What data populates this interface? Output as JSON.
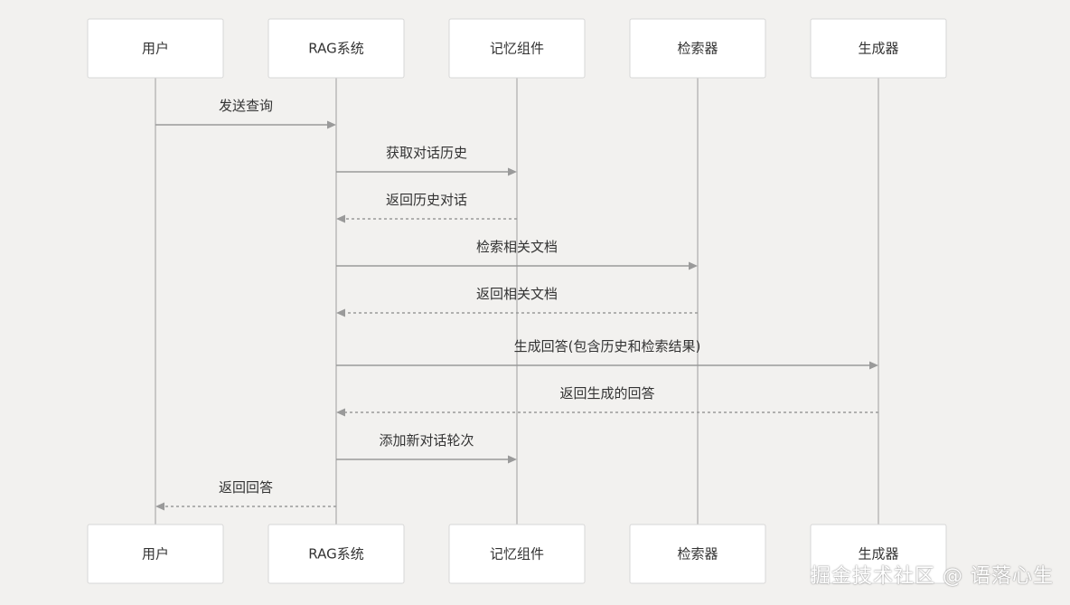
{
  "participants": [
    {
      "id": "user",
      "label": "用户"
    },
    {
      "id": "rag",
      "label": "RAG系统"
    },
    {
      "id": "memory",
      "label": "记忆组件"
    },
    {
      "id": "retriever",
      "label": "检索器"
    },
    {
      "id": "generator",
      "label": "生成器"
    }
  ],
  "messages": [
    {
      "from": "user",
      "to": "rag",
      "label": "发送查询",
      "style": "solid"
    },
    {
      "from": "rag",
      "to": "memory",
      "label": "获取对话历史",
      "style": "solid"
    },
    {
      "from": "memory",
      "to": "rag",
      "label": "返回历史对话",
      "style": "dashed"
    },
    {
      "from": "rag",
      "to": "retriever",
      "label": "检索相关文档",
      "style": "solid"
    },
    {
      "from": "retriever",
      "to": "rag",
      "label": "返回相关文档",
      "style": "dashed"
    },
    {
      "from": "rag",
      "to": "generator",
      "label": "生成回答(包含历史和检索结果)",
      "style": "solid"
    },
    {
      "from": "generator",
      "to": "rag",
      "label": "返回生成的回答",
      "style": "dashed"
    },
    {
      "from": "rag",
      "to": "memory",
      "label": "添加新对话轮次",
      "style": "solid"
    },
    {
      "from": "rag",
      "to": "user",
      "label": "返回回答",
      "style": "dashed"
    }
  ],
  "watermark": "掘金技术社区 @ 语落心生"
}
